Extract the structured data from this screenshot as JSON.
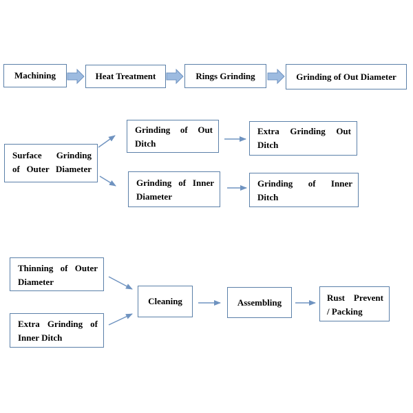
{
  "flowchart": {
    "row1": {
      "machining": "Machining",
      "heat_treatment": "Heat Treatment",
      "rings_grinding": "Rings Grinding",
      "grinding_out_diameter": "Grinding of Out Diameter"
    },
    "row2": {
      "surface_grinding_line1": "Surface Grinding",
      "surface_grinding_line2": "of Outer Diameter",
      "grinding_out_ditch_line1": "Grinding of Out",
      "grinding_out_ditch_line2": "Ditch",
      "extra_grinding_out_ditch_line1": "Extra Grinding Out",
      "extra_grinding_out_ditch_line2": "Ditch",
      "grinding_inner_diameter_line1": "Grinding of Inner",
      "grinding_inner_diameter_line2": "Diameter",
      "grinding_inner_ditch_line1": "Grinding of Inner",
      "grinding_inner_ditch_line2": "Ditch"
    },
    "row3": {
      "thinning_line1": "Thinning of Outer",
      "thinning_line2": "Diameter",
      "extra_grinding_inner_ditch_line1": "Extra Grinding of",
      "extra_grinding_inner_ditch_line2": "Inner Ditch",
      "cleaning": "Cleaning",
      "assembling": "Assembling",
      "rust_prevent_line1": "Rust Prevent",
      "rust_prevent_line2": "/ Packing"
    }
  },
  "colors": {
    "border": "#5a7fa8",
    "block_arrow_fill": "#9dbbe0",
    "block_arrow_stroke": "#6f93c0",
    "line_arrow": "#6f93c0"
  }
}
